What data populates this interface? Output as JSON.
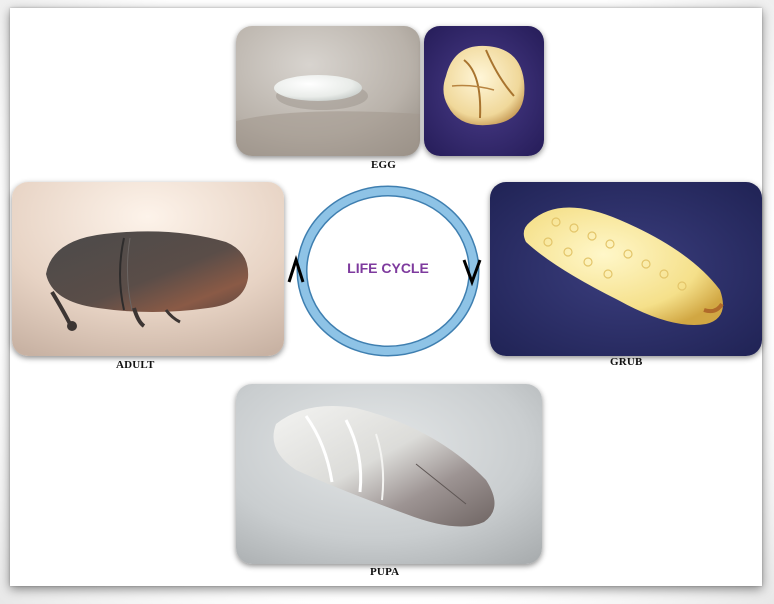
{
  "center_label": "LIFE CYCLE",
  "stages": {
    "egg": "EGG",
    "grub": "GRUB",
    "pupa": "PUPA",
    "adult": "ADULT"
  },
  "colors": {
    "cycle_ring": "#8ec3e6",
    "cycle_ring_edge": "#3f7fb0",
    "label_purple": "#7e3a9e"
  }
}
